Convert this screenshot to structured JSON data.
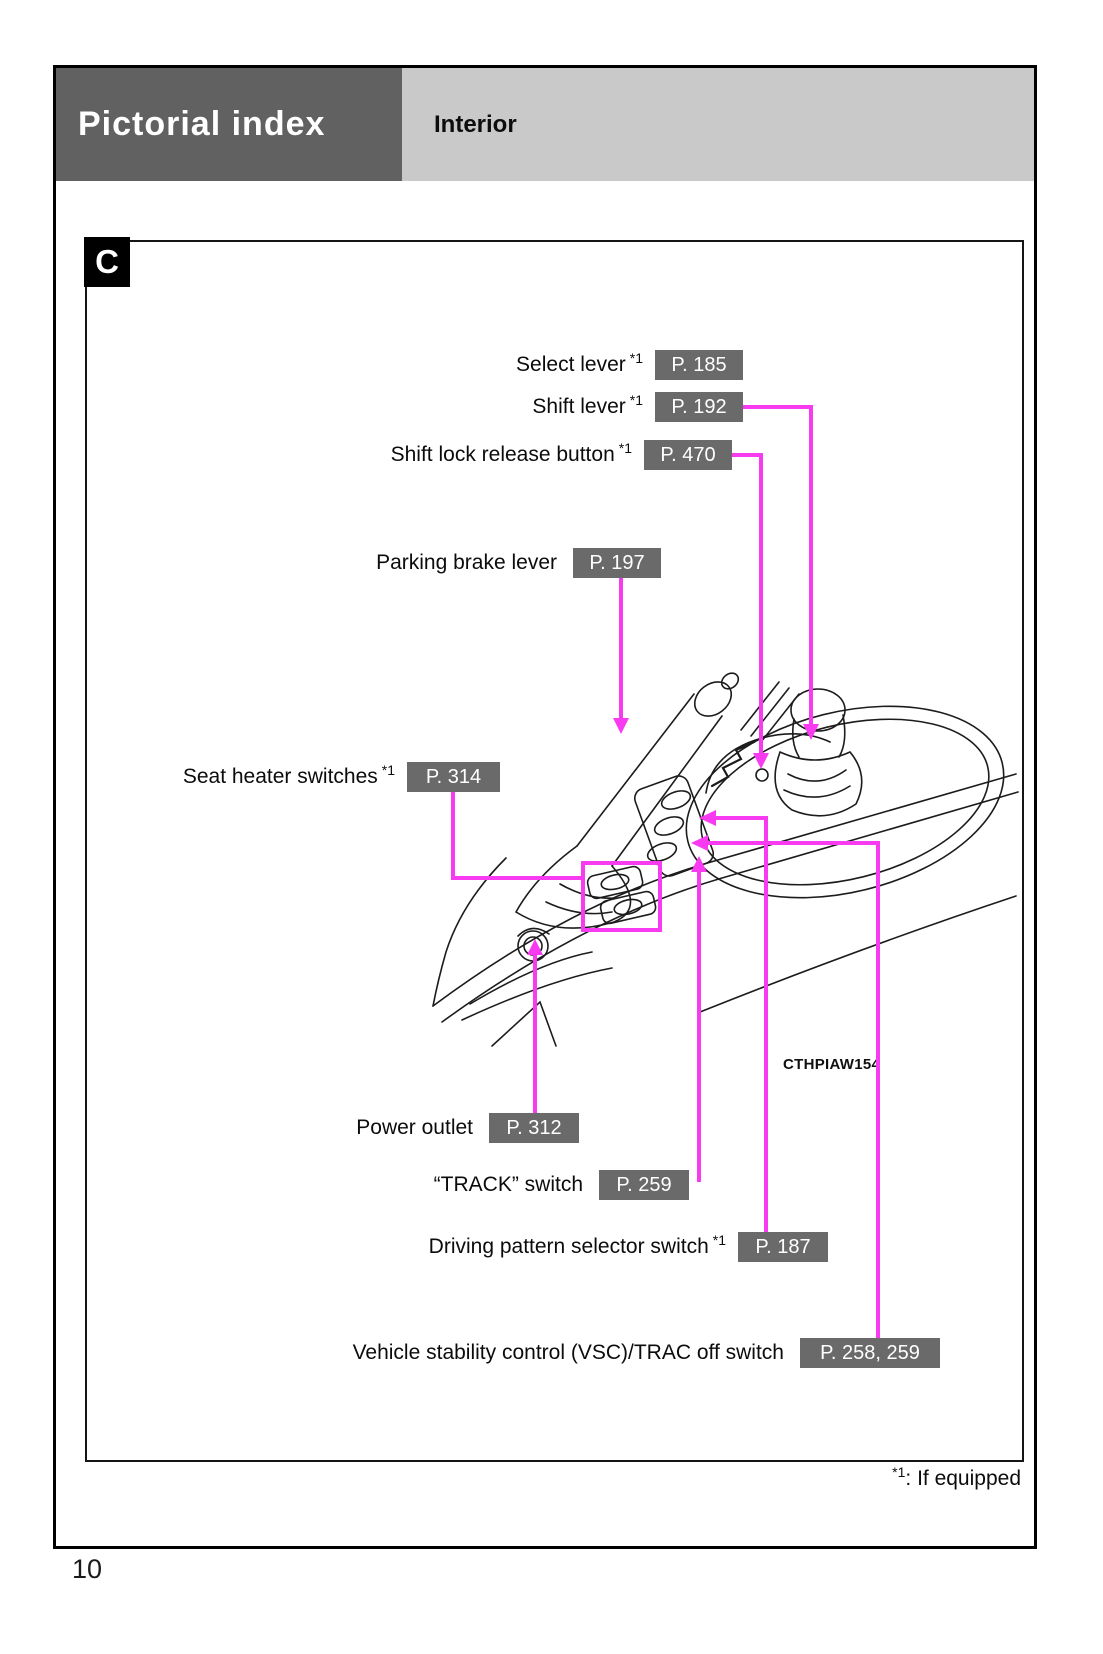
{
  "header": {
    "section_title": "Pictorial index",
    "page_subtitle": "Interior"
  },
  "section_badge": "C",
  "labels": [
    {
      "text": "Select lever",
      "marker": "*1",
      "page_ref": "P. 185"
    },
    {
      "text": "Shift lever",
      "marker": "*1",
      "page_ref": "P. 192"
    },
    {
      "text": "Shift lock release button",
      "marker": "*1",
      "page_ref": "P. 470"
    },
    {
      "text": "Parking brake lever",
      "marker": "",
      "page_ref": "P. 197"
    },
    {
      "text": "Seat heater switches",
      "marker": "*1",
      "page_ref": "P. 314"
    },
    {
      "text": "Power outlet",
      "marker": "",
      "page_ref": "P. 312"
    },
    {
      "text": "“TRACK” switch",
      "marker": "",
      "page_ref": "P. 259"
    },
    {
      "text": "Driving pattern selector switch",
      "marker": "*1",
      "page_ref": "P. 187"
    },
    {
      "text": "Vehicle stability control (VSC)/TRAC off switch",
      "marker": "",
      "page_ref": "P. 258, 259"
    }
  ],
  "figure": {
    "caption_code": "CTHPIAW154"
  },
  "footnote": {
    "marker": "*1",
    "text": ": If equipped"
  },
  "page_number": "10",
  "colors": {
    "accent_magenta": "#f83bf0",
    "ref_box_bg": "#6a6a6a",
    "header_dark_bg": "#616161",
    "header_light_bg": "#c9c9c9"
  }
}
